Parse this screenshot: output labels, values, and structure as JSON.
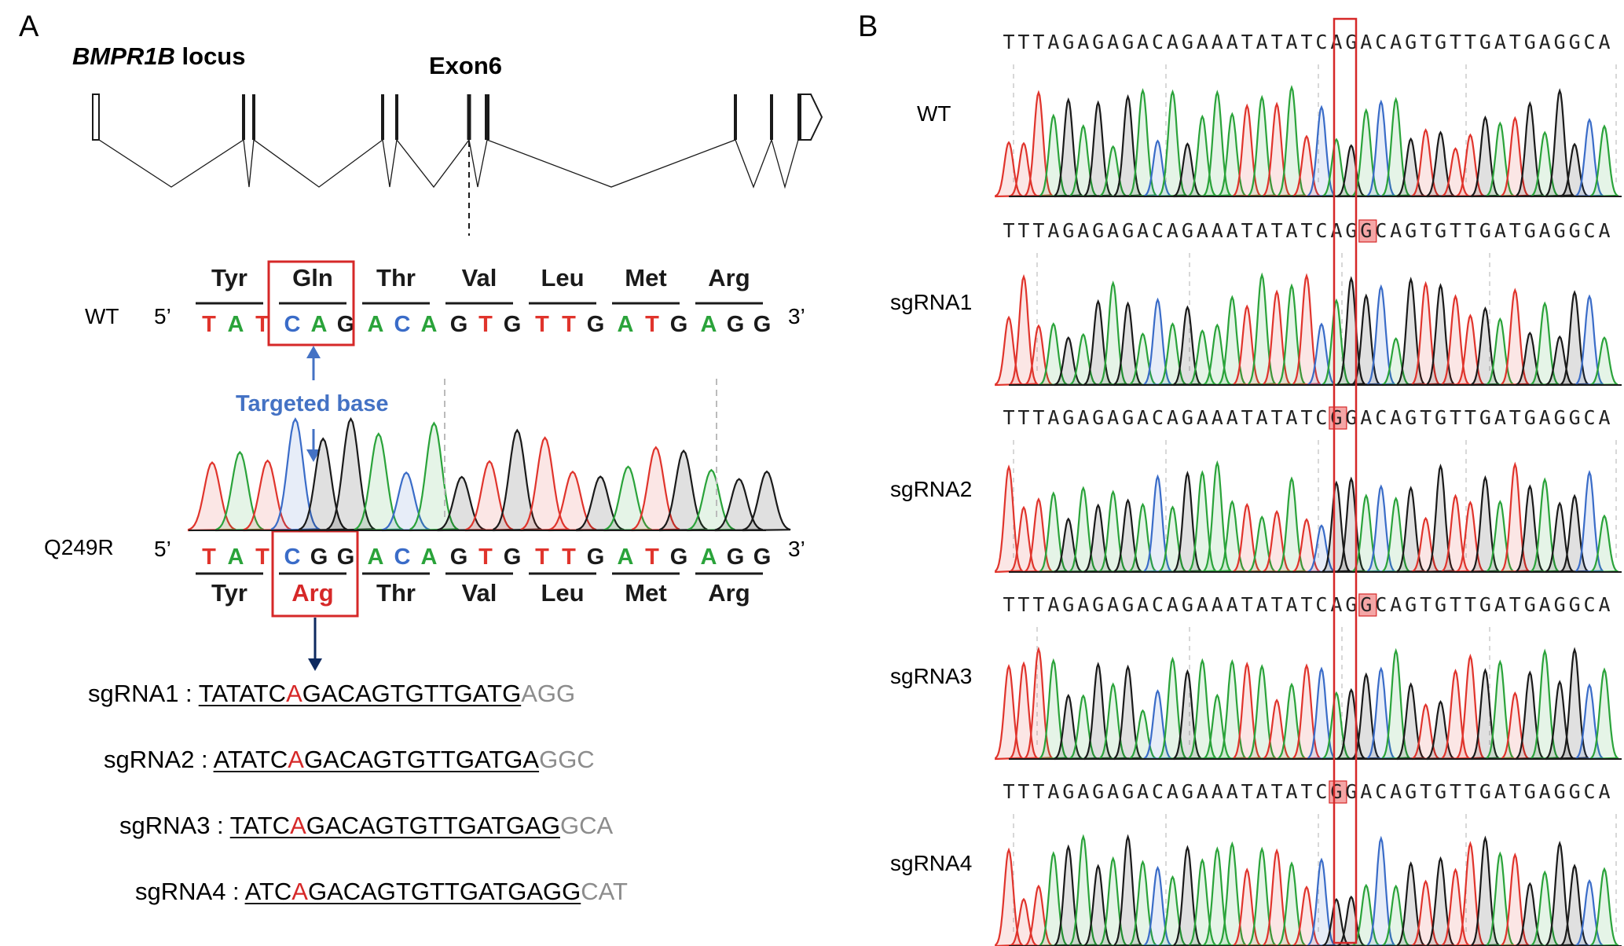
{
  "panel_a": {
    "letter": "A",
    "locus_gene": "BMPR1B",
    "locus_suffix": " locus",
    "exon_label": "Exon6",
    "wt_label": "WT",
    "mut_label": "Q249R",
    "five_prime": "5’",
    "three_prime": "3’",
    "wt_codons": [
      {
        "aa": "Tyr",
        "bases": "TAT"
      },
      {
        "aa": "Gln",
        "bases": "CAG"
      },
      {
        "aa": "Thr",
        "bases": "ACA"
      },
      {
        "aa": "Val",
        "bases": "GTG"
      },
      {
        "aa": "Leu",
        "bases": "TTG"
      },
      {
        "aa": "Met",
        "bases": "ATG"
      },
      {
        "aa": "Arg",
        "bases": "AGG"
      }
    ],
    "mut_codons": [
      {
        "aa": "Tyr",
        "bases": "TAT"
      },
      {
        "aa": "Arg",
        "bases": "CGG"
      },
      {
        "aa": "Thr",
        "bases": "ACA"
      },
      {
        "aa": "Val",
        "bases": "GTG"
      },
      {
        "aa": "Leu",
        "bases": "TTG"
      },
      {
        "aa": "Met",
        "bases": "ATG"
      },
      {
        "aa": "Arg",
        "bases": "AGG"
      }
    ],
    "targeted_base_label": "Targeted base",
    "base_colors": {
      "A": "#2aa33a",
      "C": "#3a6cc8",
      "G": "#1a1a1a",
      "T": "#e0342c"
    },
    "mut_aa_color": "#d62828",
    "sgrnas": [
      {
        "label": "sgRNA1 : ",
        "pre": "TATATC",
        "target": "A",
        "post": "GACAGTGTTGATG",
        "pam": "AGG"
      },
      {
        "label": "sgRNA2 : ",
        "pre": "ATATC",
        "target": "A",
        "post": "GACAGTGTTGATGA",
        "pam": "GGC"
      },
      {
        "label": "sgRNA3 : ",
        "pre": "TATC",
        "target": "A",
        "post": "GACAGTGTTGATGAG",
        "pam": "GCA"
      },
      {
        "label": "sgRNA4 : ",
        "pre": "ATC",
        "target": "A",
        "post": "GACAGTGTTGATGAGG",
        "pam": "CAT"
      }
    ]
  },
  "panel_b": {
    "letter": "B",
    "rows": [
      {
        "label": "WT",
        "seq": "TTTAGAGAGACAGAAATATATCAGACAGTGTTGATGAGGCA",
        "highlight": null
      },
      {
        "label": "sgRNA1",
        "seq": "TTTAGAGAGACAGAAATATATCAGGCAGTGTTGATGAGGCA",
        "highlight": 24
      },
      {
        "label": "sgRNA2",
        "seq": "TTTAGAGAGACAGAAATATATCGGACAGTGTTGATGAGGCA",
        "highlight": 22
      },
      {
        "label": "sgRNA3",
        "seq": "TTTAGAGAGACAGAAATATATCAGGCAGTGTTGATGAGGCA",
        "highlight": 24
      },
      {
        "label": "sgRNA4",
        "seq": "TTTAGAGAGACAGAAATATATCGGACAGTGTTGATGAGGCA",
        "highlight": 22
      }
    ]
  }
}
